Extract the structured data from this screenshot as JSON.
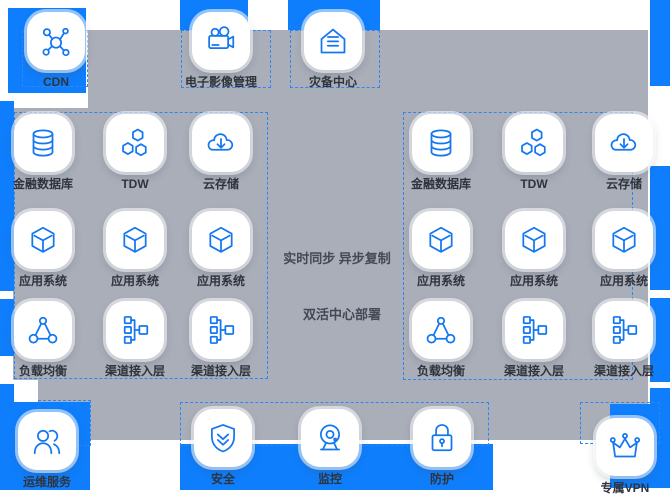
{
  "colors": {
    "accent_blue": "#0f7efc",
    "icon_blue": "#1377f0",
    "panel_gray": "#a9aeb9",
    "label_dark": "#2f343c"
  },
  "top_nodes": [
    {
      "label": "CDN",
      "icon": "cdn-icon"
    },
    {
      "label": "电子影像管理",
      "icon": "video-camera-icon"
    },
    {
      "label": "灾备中心",
      "icon": "warehouse-icon"
    }
  ],
  "left_datacenter": {
    "nodes": [
      {
        "label": "金融数据库",
        "icon": "database-icon"
      },
      {
        "label": "TDW",
        "icon": "hexagon-cluster-icon"
      },
      {
        "label": "云存储",
        "icon": "cloud-download-icon"
      },
      {
        "label": "应用系统",
        "icon": "cube-icon"
      },
      {
        "label": "应用系统",
        "icon": "cube-icon"
      },
      {
        "label": "应用系统",
        "icon": "cube-icon"
      },
      {
        "label": "负载均衡",
        "icon": "load-balancer-icon"
      },
      {
        "label": "渠道接入层",
        "icon": "channel-access-icon"
      },
      {
        "label": "渠道接入层",
        "icon": "channel-access-icon"
      }
    ]
  },
  "right_datacenter": {
    "nodes": [
      {
        "label": "金融数据库",
        "icon": "database-icon"
      },
      {
        "label": "TDW",
        "icon": "hexagon-cluster-icon"
      },
      {
        "label": "云存储",
        "icon": "cloud-download-icon"
      },
      {
        "label": "应用系统",
        "icon": "cube-icon"
      },
      {
        "label": "应用系统",
        "icon": "cube-icon"
      },
      {
        "label": "应用系统",
        "icon": "cube-icon"
      },
      {
        "label": "负载均衡",
        "icon": "load-balancer-icon"
      },
      {
        "label": "渠道接入层",
        "icon": "channel-access-icon"
      },
      {
        "label": "渠道接入层",
        "icon": "channel-access-icon"
      }
    ]
  },
  "center_annotations": {
    "sync_label": "实时同步 异步复制",
    "architecture_label": "双活中心部署"
  },
  "bottom_nodes": [
    {
      "label": "运维服务",
      "icon": "users-icon"
    },
    {
      "label": "安全",
      "icon": "shield-check-icon"
    },
    {
      "label": "监控",
      "icon": "webcam-icon"
    },
    {
      "label": "防护",
      "icon": "lock-icon"
    },
    {
      "label": "专属VPN",
      "icon": "crown-icon"
    }
  ]
}
